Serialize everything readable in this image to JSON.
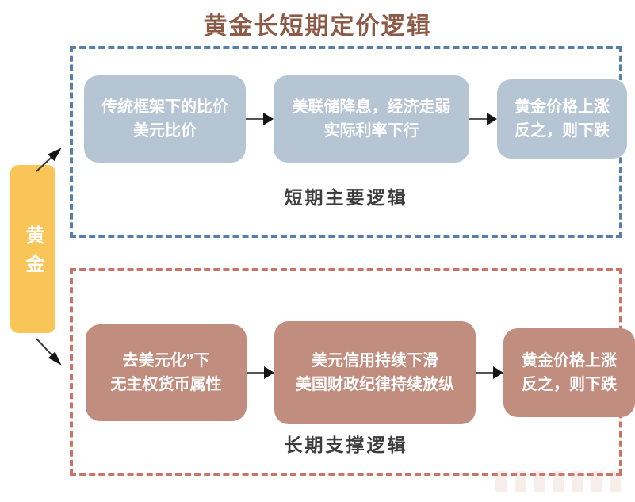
{
  "title": "黄金长短期定价逻辑",
  "gold_node": {
    "label": "黄金"
  },
  "short_term": {
    "label": "短期主要逻辑",
    "boxes": [
      {
        "line1": "传统框架下的比价",
        "line2": "美元比价"
      },
      {
        "line1": "美联储降息，经济走弱",
        "line2": "实际利率下行"
      },
      {
        "line1": "黄金价格上涨",
        "line2": "反之，则下跌"
      }
    ]
  },
  "long_term": {
    "label": "长期支撑逻辑",
    "boxes": [
      {
        "line1": "去美元化”下",
        "line2": "无主权货币属性"
      },
      {
        "line1": "美元信用持续下滑",
        "line2": "美国财政纪律持续放纵"
      },
      {
        "line1": "黄金价格上涨",
        "line2": "反之，则下跌"
      }
    ]
  },
  "colors": {
    "title_brown": "#8c5a46",
    "short_box_fill": "#b6c5d4",
    "short_dash_border": "#587fa9",
    "long_box_fill": "#c18d7f",
    "long_dash_border": "#cb7466",
    "gold_fill": "#f9c458",
    "group_label_gray": "#3d3d3d",
    "arrow_black": "#151515"
  }
}
